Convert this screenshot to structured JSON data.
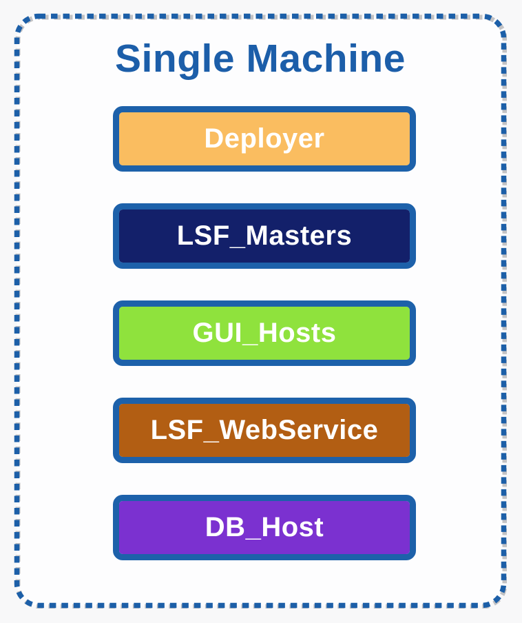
{
  "diagram": {
    "group": {
      "title": "Single Machine"
    },
    "nodes": [
      {
        "label": "Deployer",
        "fill": "#fabd60",
        "text_color": "#ffffff"
      },
      {
        "label": "LSF_Masters",
        "fill": "#13206a",
        "text_color": "#ffffff"
      },
      {
        "label": "GUI_Hosts",
        "fill": "#8fe23d",
        "text_color": "#ffffff"
      },
      {
        "label": "LSF_WebService",
        "fill": "#b25e13",
        "text_color": "#ffffff"
      },
      {
        "label": "DB_Host",
        "fill": "#7b31d0",
        "text_color": "#ffffff"
      }
    ],
    "colors": {
      "accent_blue": "#1c5fa8",
      "node_border_blue": "#1d61aa",
      "title_blue": "#1c5ea9",
      "dash_shadow_gray": "#c2c2c4",
      "canvas_bg": "#f8f8f9",
      "group_bg": "#fdfdfe"
    }
  }
}
